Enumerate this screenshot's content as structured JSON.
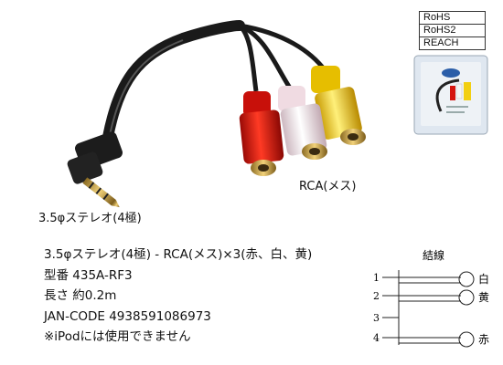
{
  "labels": {
    "rca_connector": "RCA(メス)",
    "plug": "3.5φステレオ(4極)"
  },
  "compliance": [
    "RoHS",
    "RoHS2",
    "REACH"
  ],
  "specs": {
    "line1": "3.5φステレオ(4極) - RCA(メス)×3(赤、白、黄)",
    "line2": "型番 435A-RF3",
    "line3": "長さ 約0.2m",
    "line4": "JAN-CODE 4938591086973",
    "line5": "※iPodには使用できません"
  },
  "wiring": {
    "title": "結線",
    "pins": [
      "1",
      "2",
      "3",
      "4"
    ],
    "outputs": [
      "白",
      "黄",
      "赤"
    ]
  },
  "colors": {
    "rca_red": "#d8140e",
    "rca_white": "#f6e3ea",
    "rca_yellow": "#f6d30a",
    "gold": "#d8a23c",
    "cable": "#1a1a1a"
  }
}
